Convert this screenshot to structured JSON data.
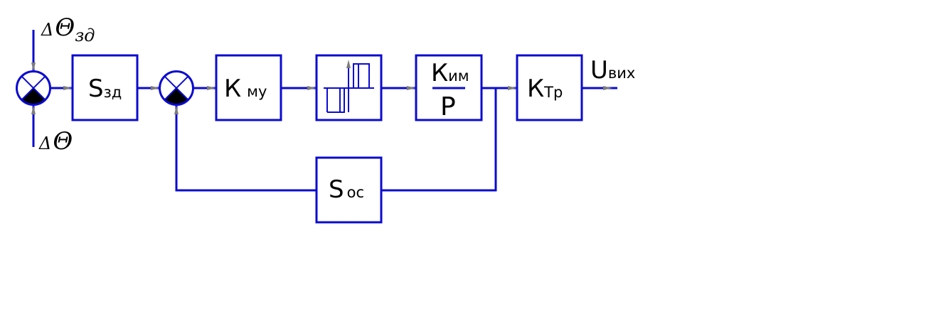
{
  "inputs": {
    "setpoint": {
      "delta": "Δ",
      "symbol": "Θ",
      "subscript": "зд"
    },
    "feedback": {
      "delta": "Δ",
      "symbol": "Θ"
    }
  },
  "blocks": {
    "s_zd": {
      "main": "S",
      "sub": "зд"
    },
    "k_mu": {
      "main": "К",
      "sub": "му"
    },
    "relay": {
      "kind": "hysteresis-relay"
    },
    "k_im": {
      "numerator_main": "К",
      "numerator_sub": "им",
      "denominator": "Р"
    },
    "k_tr": {
      "main": "К",
      "sub": "Тр"
    },
    "s_oc": {
      "main": "S",
      "sub": "ос"
    }
  },
  "output": {
    "main": "U",
    "sub": "вих"
  },
  "colors": {
    "line": "#0b0bd1",
    "arrow": "#7d7d7d",
    "text": "#000000"
  }
}
